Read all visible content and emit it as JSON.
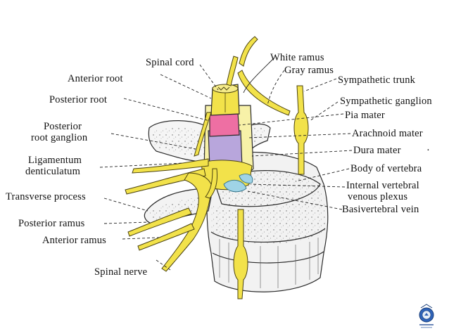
{
  "labels": {
    "spinal_cord": "Spinal cord",
    "white_ramus": "White ramus",
    "gray_ramus": "Gray ramus",
    "anterior_root": "Anterior root",
    "sympathetic_trunk": "Sympathetic trunk",
    "posterior_root": "Posterior root",
    "sympathetic_ganglion": "Sympathetic ganglion",
    "pia_mater": "Pia mater",
    "posterior_root_ganglion_1": "Posterior",
    "posterior_root_ganglion_2": "root ganglion",
    "arachnoid_mater": "Arachnoid mater",
    "dura_mater": "Dura mater",
    "ligamentum_denticulatum_1": "Ligamentum",
    "ligamentum_denticulatum_2": "denticulatum",
    "body_of_vertebra": "Body of vertebra",
    "internal_vertebral_venous_plexus_1": "Internal vertebral",
    "internal_vertebral_venous_plexus_2": "venous plexus",
    "transverse_process": "Transverse process",
    "basivertebral_vein": "Basivertebral vein",
    "posterior_ramus": "Posterior ramus",
    "anterior_ramus": "Anterior ramus",
    "spinal_nerve": "Spinal nerve"
  },
  "colors": {
    "nerve_yellow": "#f2e24a",
    "pia_pink": "#ee6fa3",
    "arachnoid_lavender": "#b8a6dc",
    "vein_blue": "#9fd3e6",
    "bone_fill": "#f4f4f4",
    "line": "#222222"
  },
  "logo": {
    "name": "institution-seal-icon"
  }
}
